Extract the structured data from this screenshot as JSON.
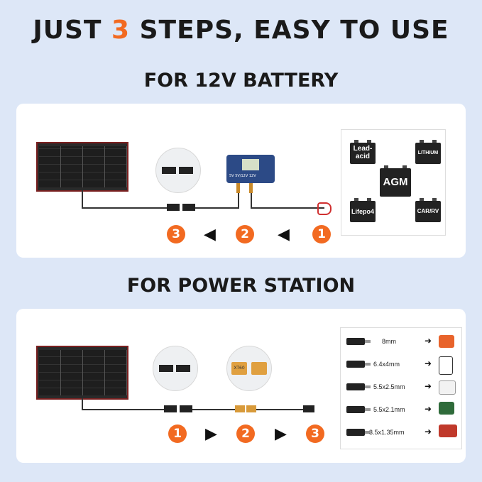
{
  "header": {
    "title_pre": "JUST ",
    "title_num": "3",
    "title_post": " STEPS, EASY TO USE"
  },
  "colors": {
    "accent": "#f26a21",
    "background": "#dde7f7",
    "card": "#ffffff"
  },
  "section1": {
    "heading": "FOR 12V BATTERY",
    "steps": [
      "3",
      "2",
      "1"
    ],
    "controller_label": "5V 5V/12V 12V",
    "batteries": [
      "Lead-acid",
      "LITHIUM",
      "AGM",
      "Lifepo4",
      "CAR/RV"
    ],
    "battery_lines": {
      "lead": [
        "Lead-",
        "acid"
      ]
    }
  },
  "section2": {
    "heading": "FOR POWER STATION",
    "steps": [
      "1",
      "2",
      "3"
    ],
    "connector_zoom_label": "XT60",
    "connectors": [
      {
        "size": "8mm",
        "device_color": "#e8632b"
      },
      {
        "size": "6.4x4mm",
        "device_color": "#ffffff"
      },
      {
        "size": "5.5x2.5mm",
        "device_color": "#f2f2f2"
      },
      {
        "size": "5.5x2.1mm",
        "device_color": "#2f6b3a"
      },
      {
        "size": "3.5x1.35mm",
        "device_color": "#c0392b"
      }
    ]
  }
}
